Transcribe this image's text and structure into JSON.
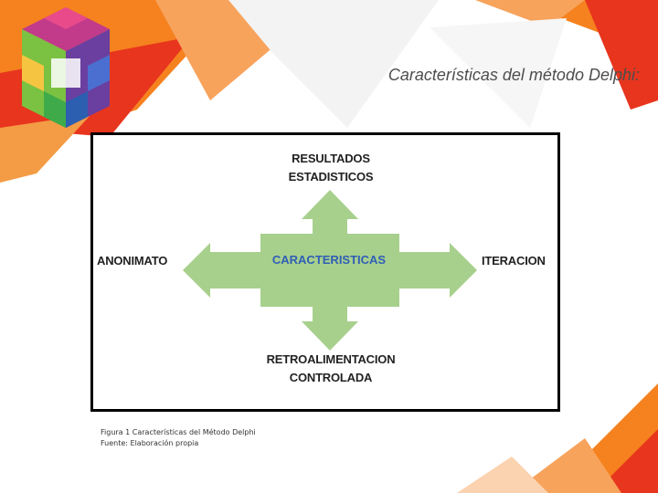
{
  "slide": {
    "title": "Características del método Delphi:"
  },
  "diagram": {
    "center": "CARACTERISTICAS",
    "top_line1": "RESULTADOS",
    "top_line2": "ESTADISTICOS",
    "left": "ANONIMATO",
    "right": "ITERACION",
    "bottom_line1": "RETROALIMENTACION",
    "bottom_line2": "CONTROLADA"
  },
  "caption": {
    "line1": "Figura 1 Características del Método Delphi",
    "line2": "Fuente: Elaboración propia"
  },
  "colors": {
    "arrow_fill": "#a8d08d",
    "accent_orange": "#f5821f",
    "accent_red": "#e8351e"
  }
}
